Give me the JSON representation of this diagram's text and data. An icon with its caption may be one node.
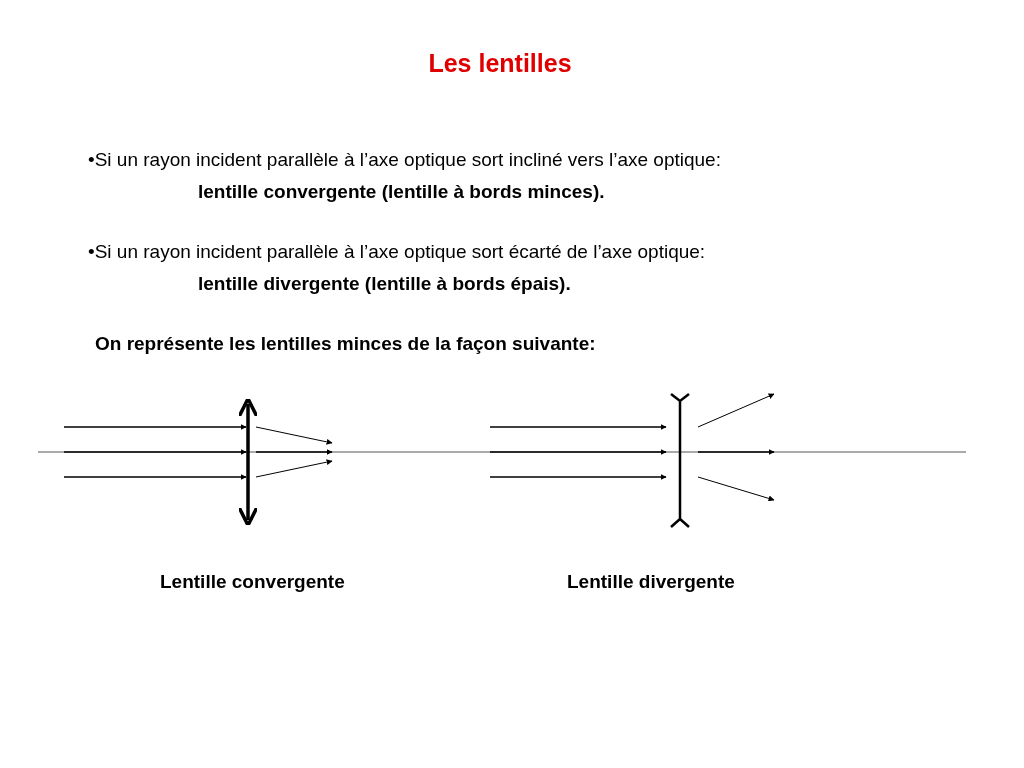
{
  "diagram": {
    "title": "Les lentilles",
    "labels": [
      "•Si un rayon incident parallèle à l’axe optique sort incliné vers l’axe optique:",
      "lentille convergente (lentille à bords minces).",
      "•Si un rayon incident parallèle à l’axe optique sort écarté de l’axe optique:",
      "lentille divergente (lentille à bords épais).",
      "On représente les lentilles minces de la façon suivante:",
      "Lentille convergente",
      "Lentille divergente"
    ]
  }
}
